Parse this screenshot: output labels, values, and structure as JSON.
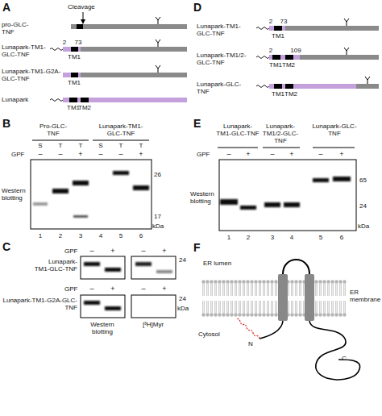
{
  "diagram": {
    "labels": [
      "A",
      "Cleavage",
      "pro-GLC-TNF",
      "Lunapark-TM1-GLC-TNF",
      "2",
      "73",
      "TM1",
      "Lunapark-TM1-G2A-GLC-TNF",
      "TM1",
      "Lunapark",
      "TM1",
      "TM2",
      "D",
      "Lunapark-TM1-GLC-TNF",
      "2",
      "73",
      "TM1",
      "Lunapark-TM1/2-GLC-TNF",
      "2",
      "109",
      "TM1TM2",
      "Lunapark-GLC-TNF",
      "TM1",
      "TM2",
      "B",
      "Pro-GLC-TNF",
      "Lunapark-TM1-GLC-TNF",
      "S",
      "T",
      "T",
      "S",
      "T",
      "T",
      "GPF",
      "–",
      "–",
      "+",
      "–",
      "–",
      "+",
      "Western blotting",
      "26",
      "17",
      "kDa",
      "1",
      "2",
      "3",
      "4",
      "5",
      "6",
      "C",
      "GPF",
      "–",
      "+",
      "–",
      "+",
      "Lunapark-TM1-GLC-TNF",
      "24",
      "GPF",
      "–",
      "+",
      "–",
      "+",
      "Lunapark-TM1-G2A-GLC-TNF",
      "24",
      "kDa",
      "Western blotting",
      "[³H]Myr",
      "E",
      "Lunapark-TM1-GLC-TNF",
      "Lunapark-TM1/2-GLC-TNF",
      "Lunapark-GLC-TNF",
      "GPF",
      "–",
      "+",
      "–",
      "+",
      "–",
      "+",
      "Western blotting",
      "65",
      "24",
      "kDa",
      "1",
      "2",
      "3",
      "4",
      "5",
      "6",
      "F",
      "ER lumen",
      "ER membrane",
      "Cytosol",
      "N",
      "C"
    ]
  }
}
